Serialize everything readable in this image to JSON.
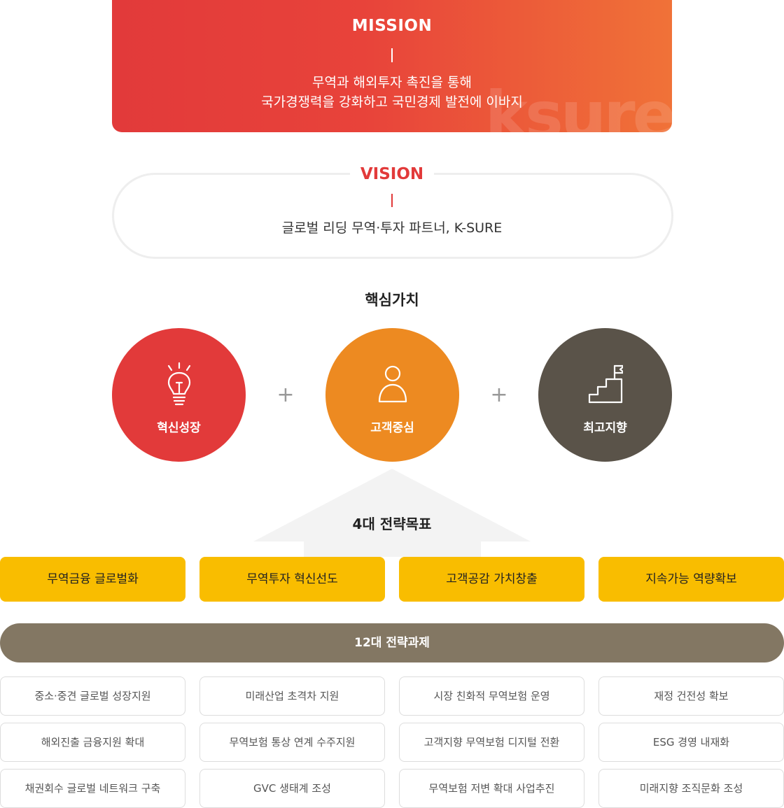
{
  "mission": {
    "title": "MISSION",
    "line1": "무역과 해외투자 촉진을 통해",
    "line2": "국가경쟁력을 강화하고 국민경제 발전에 이바지",
    "watermark": "ksure"
  },
  "vision": {
    "title": "VISION",
    "text": "글로벌 리딩 무역·투자 파트너, K-SURE"
  },
  "core_values": {
    "title": "핵심가치",
    "items": [
      {
        "label": "혁신성장",
        "icon": "lightbulb-icon",
        "color": "#e23a3a"
      },
      {
        "label": "고객중심",
        "icon": "person-icon",
        "color": "#ed8a21"
      },
      {
        "label": "최고지향",
        "icon": "stairs-flag-icon",
        "color": "#5a5349"
      }
    ],
    "plus": "+"
  },
  "strategic_goals": {
    "title": "4대 전략목표",
    "items": [
      "무역금융 글로벌화",
      "무역투자 혁신선도",
      "고객공감 가치창출",
      "지속가능 역량확보"
    ]
  },
  "strategic_tasks": {
    "title": "12대 전략과제",
    "columns": [
      [
        "중소·중견 글로벌 성장지원",
        "해외진출 금융지원 확대",
        "채권회수 글로벌 네트워크 구축"
      ],
      [
        "미래산업 초격차 지원",
        "무역보험 통상 연계 수주지원",
        "GVC 생태계 조성"
      ],
      [
        "시장 친화적 무역보험 운영",
        "고객지향 무역보험 디지털 전환",
        "무역보험 저변 확대 사업추진"
      ],
      [
        "재정 건전성 확보",
        "ESG 경영 내재화",
        "미래지향 조직문화 조성"
      ]
    ]
  },
  "colors": {
    "red": "#e23a3a",
    "orange": "#ed8a21",
    "dark": "#5a5349",
    "yellow": "#f9bd00",
    "taupe": "#837763"
  }
}
